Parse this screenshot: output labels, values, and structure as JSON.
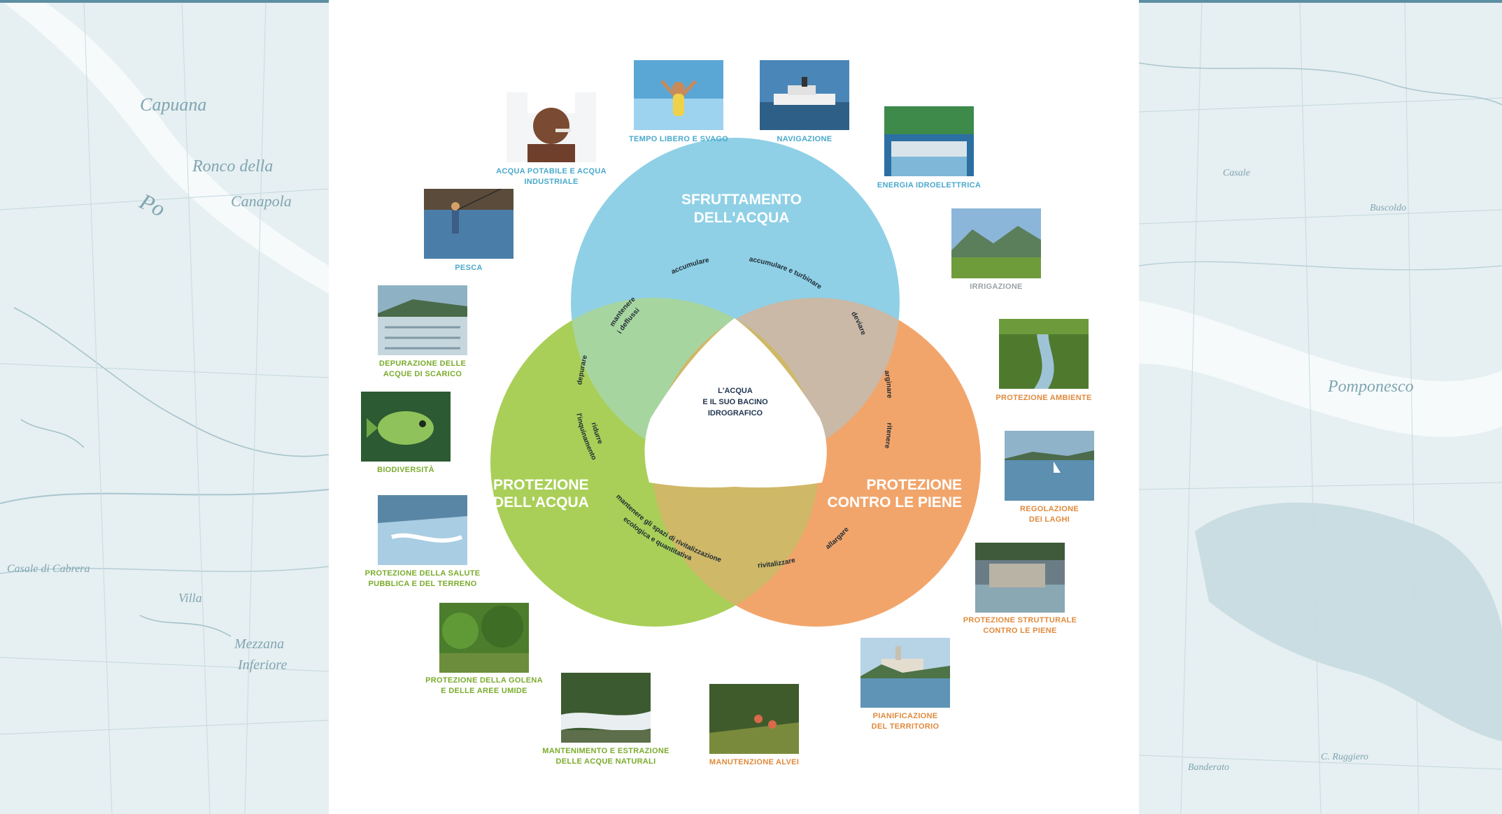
{
  "diagram": {
    "center": [
      "L'ACQUA",
      "E IL SUO BACINO",
      "IDROGRAFICO"
    ],
    "circles": {
      "sfruttamento": [
        "SFRUTTAMENTO",
        "DELL'ACQUA"
      ],
      "protezione_acqua": [
        "PROTEZIONE",
        "DELL'ACQUA"
      ],
      "protezione_piene": [
        "PROTEZIONE",
        "CONTRO LE PIENE"
      ]
    },
    "arc_labels": {
      "top_left": "accumulare",
      "top_right": "accumulare e turbinare",
      "upper_left_1": "mantenere",
      "upper_left_2": "i deflussi",
      "left": "depurare",
      "right_top": "deviare",
      "right_1": "arginare",
      "right_2": "ritenere",
      "bottom_left_1": "ridurre",
      "bottom_left_2": "l'inquinamento",
      "bottom_1": "mantenere gli spazi di rivitalizzazione",
      "bottom_2": "ecologica e quantitativa",
      "bottom_3": "rivitalizzare",
      "bottom_right": "allargare"
    },
    "photos": [
      {
        "caption": [
          "TEMPO LIBERO E SVAGO"
        ],
        "color": "blue"
      },
      {
        "caption": [
          "NAVIGAZIONE"
        ],
        "color": "blue"
      },
      {
        "caption": [
          "ENERGIA IDROELETTRICA"
        ],
        "color": "blue"
      },
      {
        "caption": [
          "IRRIGAZIONE"
        ],
        "color": "gray"
      },
      {
        "caption": [
          "PROTEZIONE AMBIENTE"
        ],
        "color": "orange"
      },
      {
        "caption": [
          "REGOLAZIONE",
          "DEI LAGHI"
        ],
        "color": "orange"
      },
      {
        "caption": [
          "PROTEZIONE STRUTTURALE",
          "CONTRO LE PIENE"
        ],
        "color": "orange"
      },
      {
        "caption": [
          "PIANIFICAZIONE",
          "DEL TERRITORIO"
        ],
        "color": "orange"
      },
      {
        "caption": [
          "MANUTENZIONE ALVEI"
        ],
        "color": "orange"
      },
      {
        "caption": [
          "MANTENIMENTO E ESTRAZIONE",
          "DELLE ACQUE NATURALI"
        ],
        "color": "green"
      },
      {
        "caption": [
          "PROTEZIONE DELLA GOLENA",
          "E DELLE AREE UMIDE"
        ],
        "color": "green"
      },
      {
        "caption": [
          "PROTEZIONE DELLA SALUTE",
          "PUBBLICA E DEL TERRENO"
        ],
        "color": "green"
      },
      {
        "caption": [
          "BIODIVERSITÀ"
        ],
        "color": "green"
      },
      {
        "caption": [
          "DEPURAZIONE DELLE",
          "ACQUE DI SCARICO"
        ],
        "color": "green"
      },
      {
        "caption": [
          "PESCA"
        ],
        "color": "blue"
      },
      {
        "caption": [
          "ACQUA POTABILE E ACQUA",
          "INDUSTRIALE"
        ],
        "color": "blue"
      }
    ],
    "colors": {
      "blue": "#8fd0e6",
      "green": "#a9cf58",
      "orange": "#f2a56b"
    }
  },
  "map": {
    "left_labels": [
      "Po",
      "Ronco della",
      "Capuana",
      "Canapola",
      "Mezzana",
      "Inferiore",
      "Villa",
      "Casale di Cabrera"
    ],
    "right_labels": [
      "Pomponesco",
      "Casale",
      "Buscoldo",
      "Banderato",
      "C. Ruggiero"
    ]
  }
}
